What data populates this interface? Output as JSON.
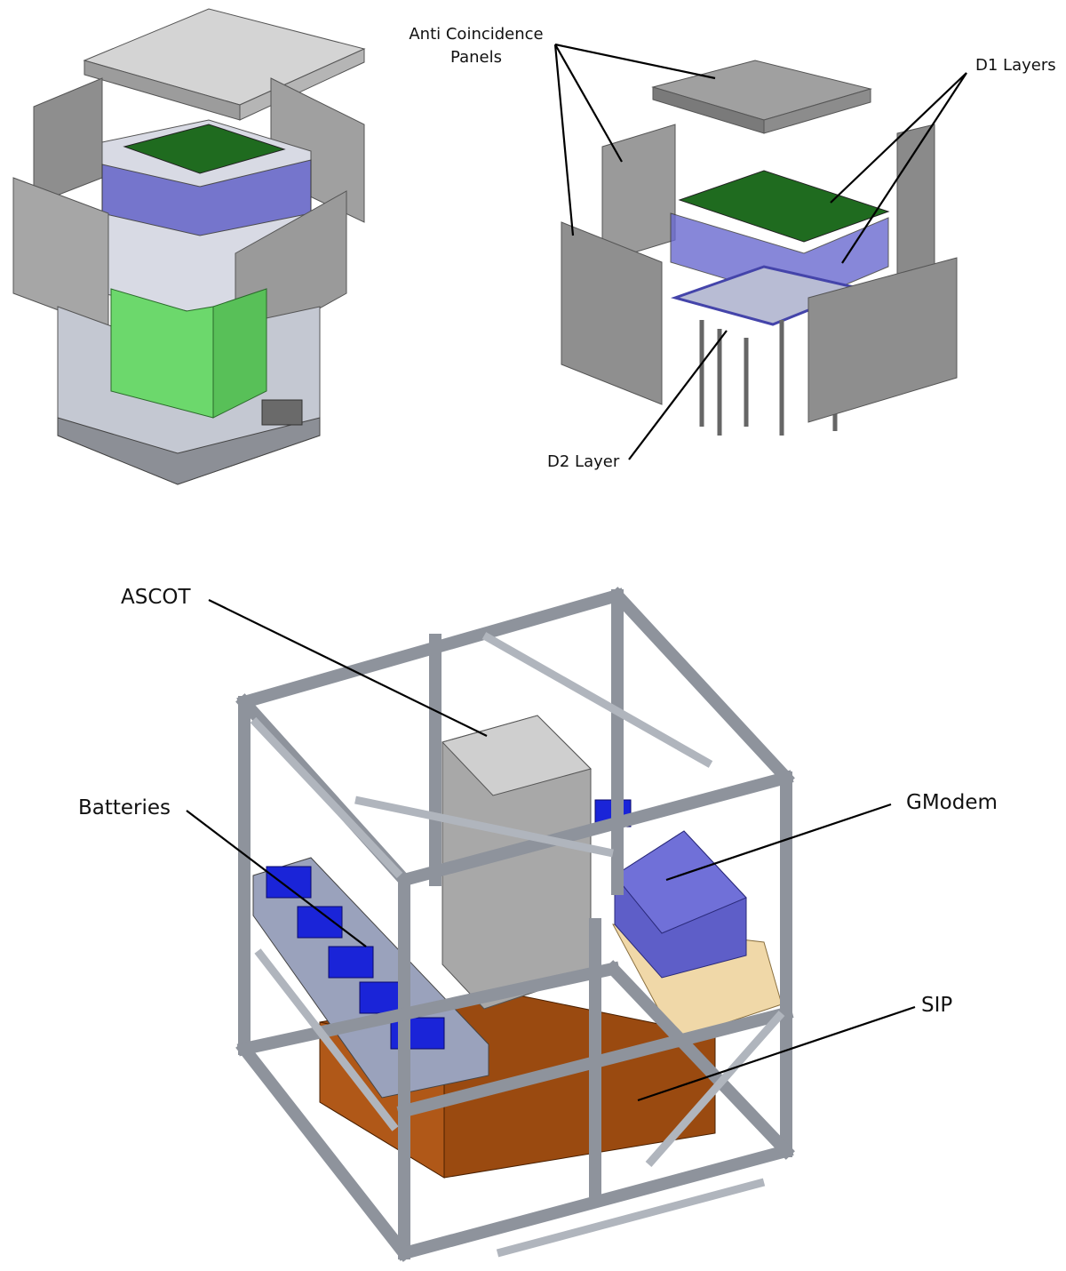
{
  "labels": {
    "anti_coincidence_line1": "Anti Coincidence",
    "anti_coincidence_line2": "Panels",
    "d1_layers": "D1 Layers",
    "d2_layer": "D2 Layer",
    "ascot": "ASCOT",
    "batteries": "Batteries",
    "gmodem": "GModem",
    "sip": "SIP"
  },
  "colors": {
    "panel": "#9a9a9a",
    "frame": "#b8bcc4",
    "pcb_green": "#1f6b1f",
    "layer_blue": "#5a5ac8",
    "battery_blue": "#1a24d8",
    "gmodem": "#5e5ec8",
    "sip_orange": "#9a4a10",
    "wood": "#f0d8a8"
  }
}
